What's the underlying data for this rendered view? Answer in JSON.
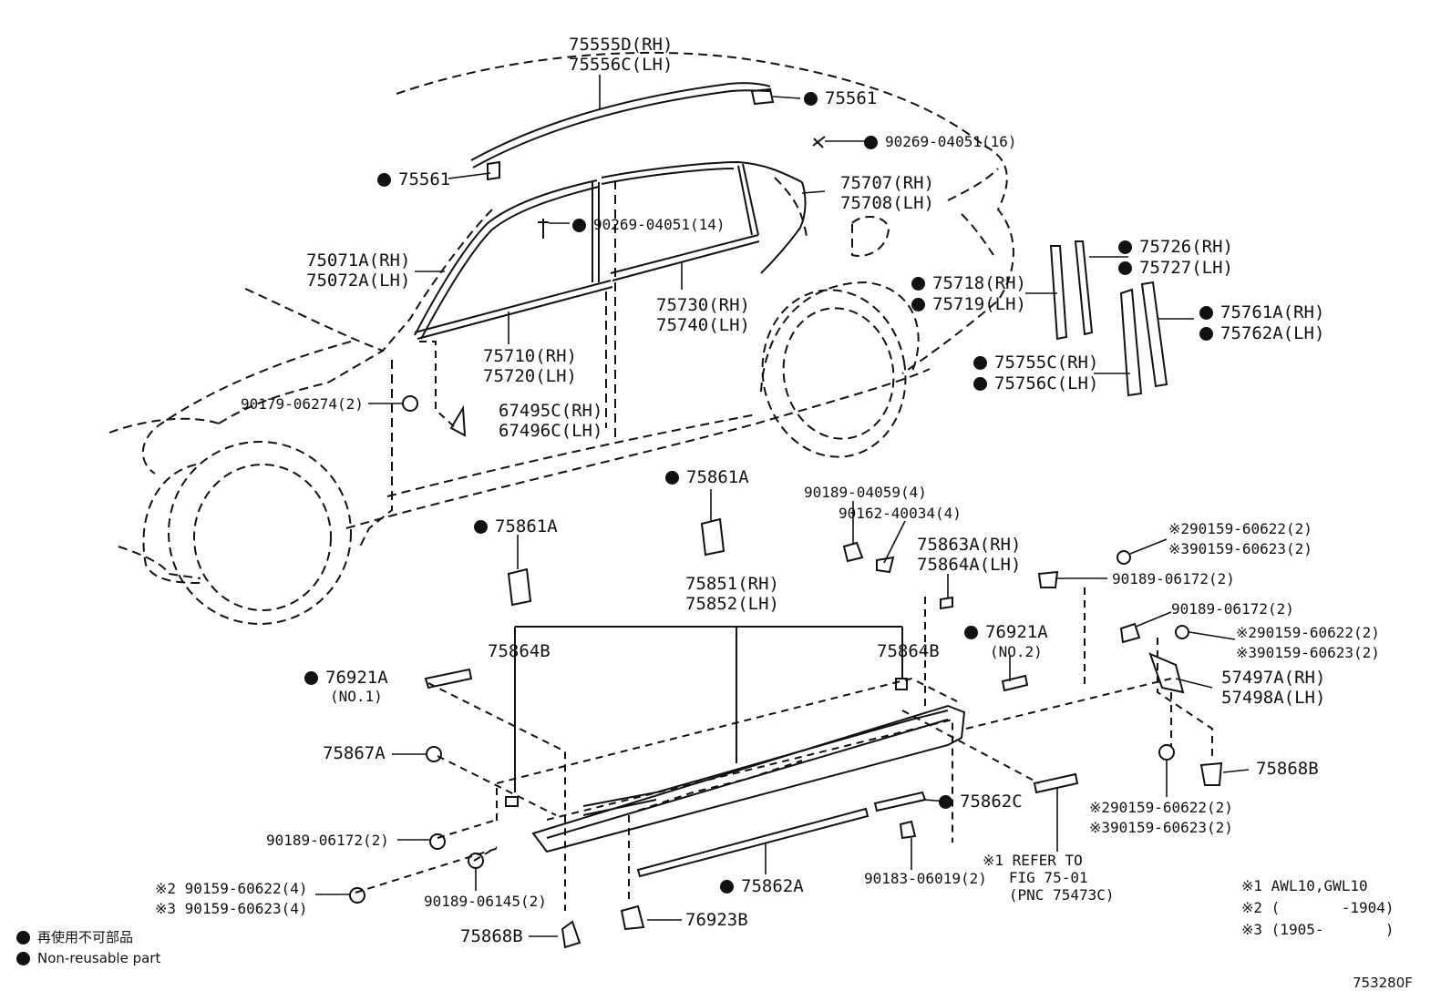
{
  "figure_number": "753280F",
  "legend": {
    "non_reusable_ja": "再使用不可部品",
    "non_reusable_en": "Non-reusable part"
  },
  "notes": {
    "n1": "※1 AWL10,GWL10",
    "n2": "※2 (       -1904)",
    "n3": "※3 (1905-       )"
  },
  "labels": [
    {
      "id": "l1",
      "text": "75555D(RH)\n75556C(LH)",
      "dot": false
    },
    {
      "id": "l2",
      "text": "75561",
      "dot": true
    },
    {
      "id": "l3",
      "text": "90269-04051(16)",
      "dot": true
    },
    {
      "id": "l4",
      "text": "75561",
      "dot": true
    },
    {
      "id": "l5",
      "text": "75707(RH)\n75708(LH)",
      "dot": false
    },
    {
      "id": "l6",
      "text": "90269-04051(14)",
      "dot": true
    },
    {
      "id": "l7",
      "text": "75071A(RH)\n75072A(LH)",
      "dot": false
    },
    {
      "id": "l8",
      "text": "75726(RH)",
      "dot": true
    },
    {
      "id": "l9",
      "text": "75727(LH)",
      "dot": true
    },
    {
      "id": "l10",
      "text": "75718(RH)",
      "dot": true
    },
    {
      "id": "l11",
      "text": "75719(LH)",
      "dot": true
    },
    {
      "id": "l12",
      "text": "75730(RH)\n75740(LH)",
      "dot": false
    },
    {
      "id": "l13",
      "text": "75761A(RH)",
      "dot": true
    },
    {
      "id": "l14",
      "text": "75762A(LH)",
      "dot": true
    },
    {
      "id": "l15",
      "text": "75710(RH)\n75720(LH)",
      "dot": false
    },
    {
      "id": "l16",
      "text": "75755C(RH)",
      "dot": true
    },
    {
      "id": "l17",
      "text": "75756C(LH)",
      "dot": true
    },
    {
      "id": "l18",
      "text": "90179-06274(2)",
      "dot": false
    },
    {
      "id": "l19",
      "text": "67495C(RH)\n67496C(LH)",
      "dot": false
    },
    {
      "id": "l20",
      "text": "75861A",
      "dot": true
    },
    {
      "id": "l21",
      "text": "90189-04059(4)",
      "dot": false
    },
    {
      "id": "l22",
      "text": "90162-40034(4)",
      "dot": false
    },
    {
      "id": "l23",
      "text": "※290159-60622(2)\n※390159-60623(2)",
      "dot": false
    },
    {
      "id": "l24",
      "text": "75861A",
      "dot": true
    },
    {
      "id": "l25",
      "text": "75863A(RH)\n75864A(LH)",
      "dot": false
    },
    {
      "id": "l26",
      "text": "90189-06172(2)",
      "dot": false
    },
    {
      "id": "l27",
      "text": "75851(RH)\n75852(LH)",
      "dot": false
    },
    {
      "id": "l28",
      "text": "90189-06172(2)",
      "dot": false
    },
    {
      "id": "l29",
      "text": "76921A",
      "dot": true
    },
    {
      "id": "l30",
      "text": "(NO.2)",
      "dot": false
    },
    {
      "id": "l31",
      "text": "※290159-60622(2)\n※390159-60623(2)",
      "dot": false
    },
    {
      "id": "l32",
      "text": "75864B",
      "dot": false
    },
    {
      "id": "l33",
      "text": "75864B",
      "dot": false
    },
    {
      "id": "l34",
      "text": "76921A",
      "dot": true
    },
    {
      "id": "l35",
      "text": "(NO.1)",
      "dot": false
    },
    {
      "id": "l36",
      "text": "57497A(RH)\n57498A(LH)",
      "dot": false
    },
    {
      "id": "l37",
      "text": "75867A",
      "dot": false
    },
    {
      "id": "l38",
      "text": "75868B",
      "dot": false
    },
    {
      "id": "l39",
      "text": "75862C",
      "dot": true
    },
    {
      "id": "l40",
      "text": "※290159-60622(2)\n※390159-60623(2)",
      "dot": false
    },
    {
      "id": "l41",
      "text": "90189-06172(2)",
      "dot": false
    },
    {
      "id": "l42",
      "text": "※1 REFER TO\n   FIG 75-01\n   (PNC 75473C)",
      "dot": false
    },
    {
      "id": "l43",
      "text": "※2 90159-60622(4)\n※3 90159-60623(4)",
      "dot": false
    },
    {
      "id": "l44",
      "text": "90189-06145(2)",
      "dot": false
    },
    {
      "id": "l45",
      "text": "75862A",
      "dot": true
    },
    {
      "id": "l46",
      "text": "90183-06019(2)",
      "dot": false
    },
    {
      "id": "l47",
      "text": "75868B",
      "dot": false
    },
    {
      "id": "l48",
      "text": "76923B",
      "dot": false
    }
  ]
}
